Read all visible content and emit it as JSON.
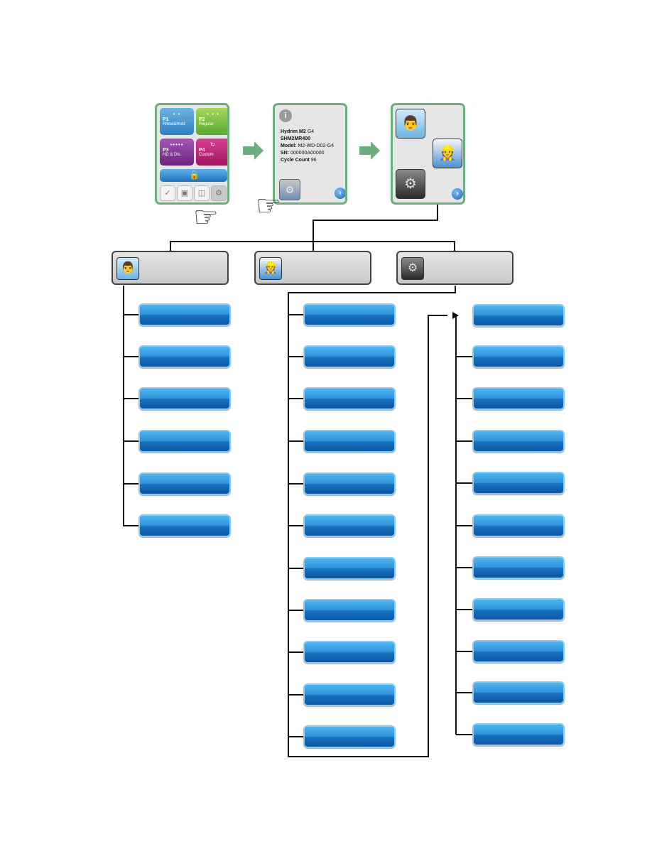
{
  "screens": {
    "programs": {
      "tiles": [
        {
          "num": "P1",
          "label": "Rinse&Hold",
          "drops": "• •",
          "color": "#2a7fc0"
        },
        {
          "num": "P2",
          "label": "Regular",
          "drops": "• • •",
          "color": "#5aa832"
        },
        {
          "num": "P3",
          "label": "HD & Dis.",
          "drops": "•••••",
          "color": "#6c2381"
        },
        {
          "num": "P4",
          "label": "Custom",
          "drops": "↻",
          "color": "#a3165f"
        }
      ],
      "lock_icon": "lock-icon",
      "bottom_icons": [
        "status-check-icon",
        "water-tank-icon",
        "doors-icon",
        "settings-gear-icon"
      ]
    },
    "info": {
      "lines": [
        {
          "bold": "Hydrim M2",
          "normal": " G4"
        },
        {
          "bold": "SHM2MR400",
          "normal": ""
        },
        {
          "bold": "Model:",
          "normal": " M2-WD-D02-G4"
        },
        {
          "bold": "SN:",
          "normal": " 000000A00000"
        },
        {
          "bold": "Cycle Count",
          "normal": " 96"
        }
      ],
      "info_icon": "info-gear-icon",
      "service_icon": "service-access-icon",
      "next_icon": "next-arrow-icon"
    },
    "roles": {
      "icons": [
        "technician-icon",
        "engineer-icon",
        "system-settings-icon"
      ],
      "next_icon": "next-arrow-icon"
    }
  },
  "flow_arrow_color": "#6cae7e",
  "button_color": "#1a73c2",
  "columns": {
    "technician": {
      "icon": "technician-icon",
      "buttons": 6
    },
    "engineer": {
      "icon": "engineer-icon",
      "buttons": 11
    },
    "system": {
      "icon": "system-settings-icon",
      "buttons": 11
    }
  }
}
